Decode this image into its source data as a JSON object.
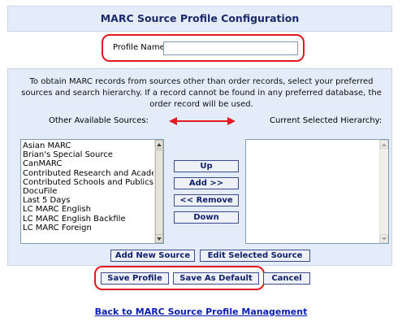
{
  "page": {
    "title": "MARC Source Profile Configuration"
  },
  "profile": {
    "label": "Profile Name:",
    "value": ""
  },
  "instructions": "To obtain MARC records from sources other than order records, select your preferred sources and search hierarchy. If a record cannot be found in any preferred database, the order record will be used.",
  "sources": {
    "available_label": "Other Available Sources:",
    "selected_label": "Current Selected Hierarchy:",
    "available": [
      "Asian MARC",
      "Brian's Special Source",
      "CanMARC",
      "Contributed Research and Academic",
      "Contributed Schools and Publics",
      "DocuFile",
      "Last 5 Days",
      "LC MARC English",
      "LC MARC English Backfile",
      "LC MARC Foreign"
    ],
    "selected": []
  },
  "buttons": {
    "up": "Up",
    "add": "Add  >>",
    "remove": "<< Remove",
    "down": "Down",
    "add_new_source": "Add New Source",
    "edit_selected_source": "Edit Selected Source",
    "save_profile": "Save Profile",
    "save_as_default": "Save As Default",
    "cancel": "Cancel"
  },
  "links": {
    "back": "Back to MARC Source Profile Management"
  },
  "colors": {
    "highlight": "#e5171f",
    "arrow": "#e5171f",
    "panel_bg": "#e3ecf8",
    "button_text": "#12206a",
    "link": "#0a1eb3"
  }
}
